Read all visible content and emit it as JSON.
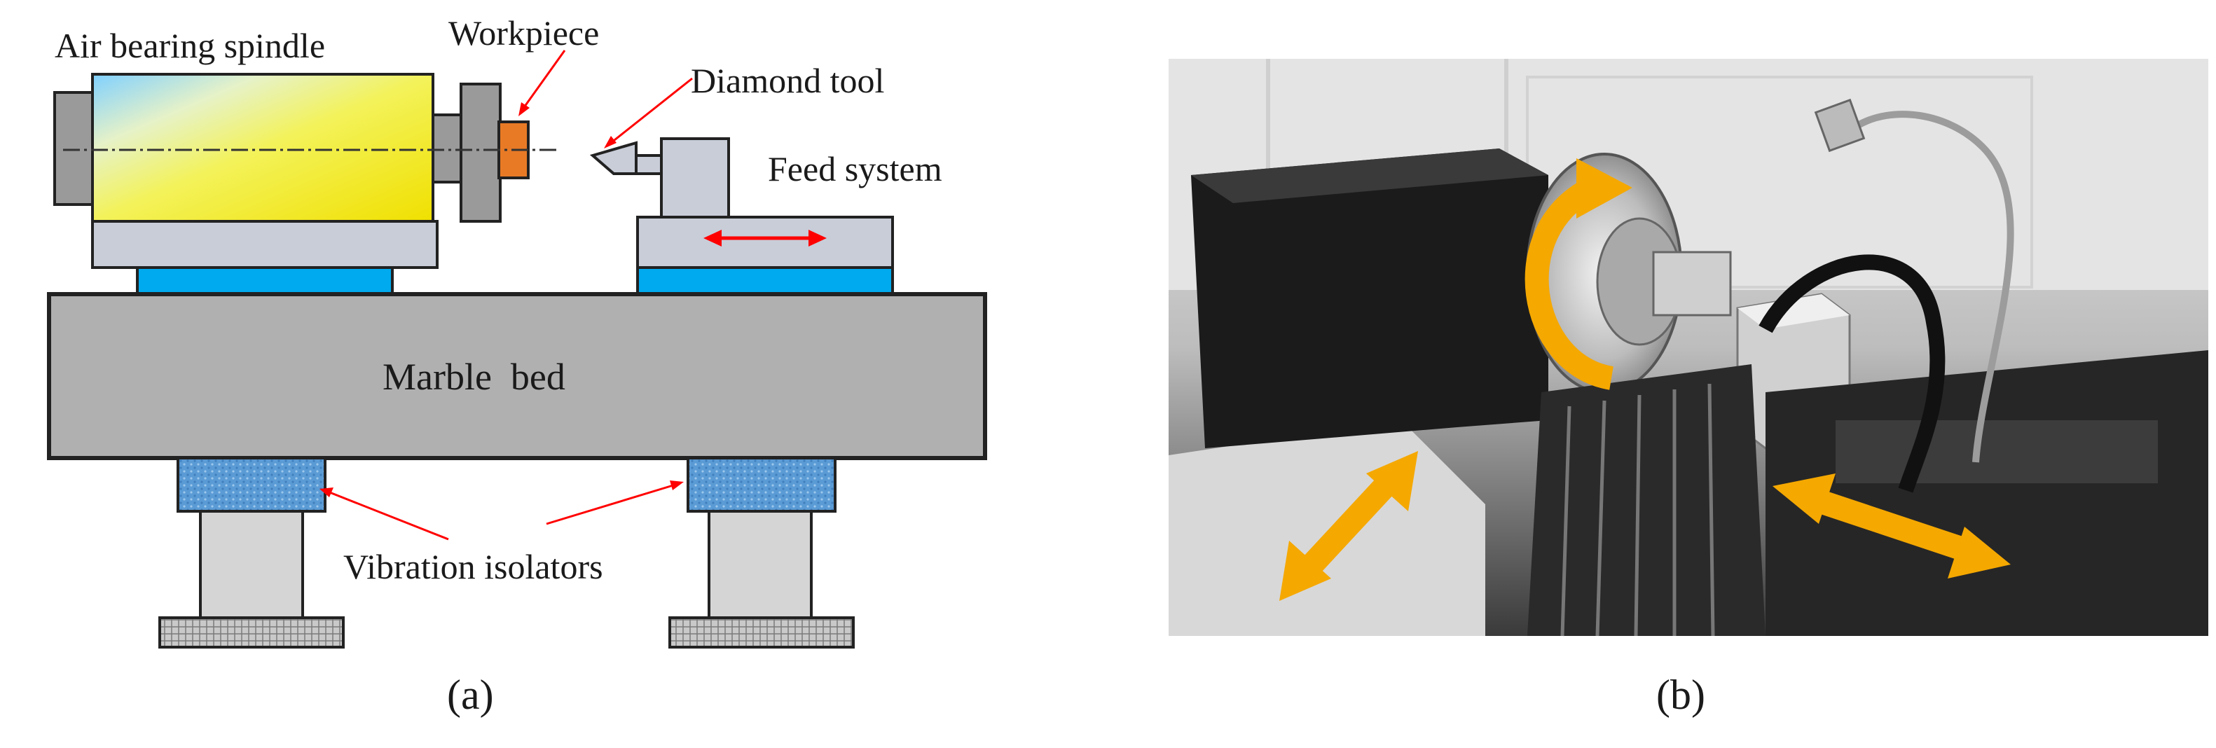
{
  "diagram": {
    "labels": {
      "spindle": "Air bearing spindle",
      "workpiece": "Workpiece",
      "tool": "Diamond tool",
      "feed": "Feed system",
      "bed": "Marble  bed",
      "isolators": "Vibration isolators"
    },
    "captions": {
      "a": "(a)",
      "b": "(b)"
    }
  },
  "colors": {
    "steel": "#c8cdd8",
    "isolator_blue": "#00aaee",
    "bed_gray": "#b0b0b0",
    "workpiece_orange": "#e87a26",
    "arrow_red": "#ff0000",
    "motion_orange": "#f5a800"
  }
}
